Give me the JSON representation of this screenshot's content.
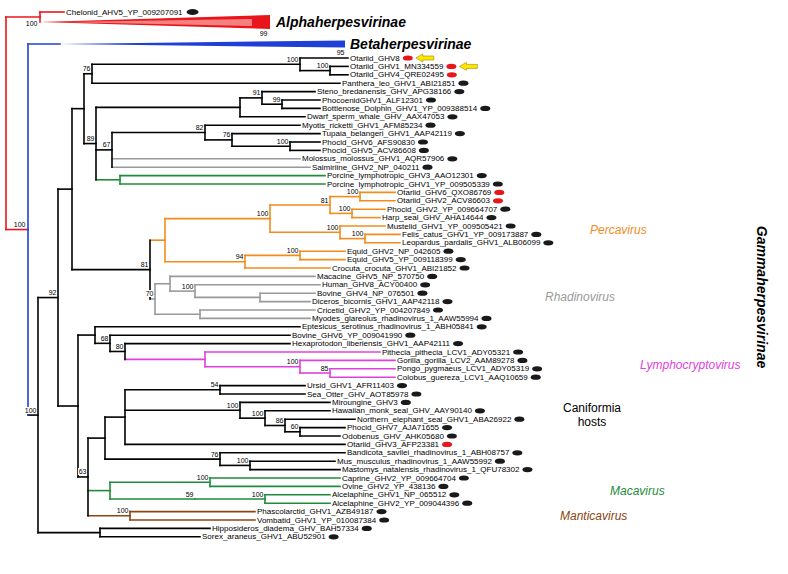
{
  "diagram": {
    "labels": [
      "Chelonid_AHV5_YP_009207091",
      "Otariid_GHV8",
      "Otariid_GHV1_MN334559",
      "Otariid_GHV4_QRE02495",
      "Panthera_leo_GHV1_ABI21851",
      "Steno_bredanensis_GHV_APG38166",
      "PhocoenidGHV1_ALF12301",
      "Bottlenose_Dolphin_GHV1_YP_009388514",
      "Dwarf_sperm_whale_GHV_AAX47053",
      "Myotis_ricketti_GHV1_AFM85234",
      "Tupaia_belangeri_GHV1_AAP42119",
      "Phocid_GHV6_AFS90830",
      "Phocid_GHV5_ACV86608",
      "Molossus_molossus_GHV1_AQR57906",
      "Saimiriine_GHV2_NP_040211",
      "Porcine_lymphotropic_GHV3_AAO12301",
      "Porcine_lymphotropic_GHV1_YP_009505339",
      "Otariid_GHV6_QXO86769",
      "Otariid_GHV2_ACV86603",
      "Phocid_GHV2_YP_009664707",
      "Harp_seal_GHV_AHA14644",
      "Mustelid_GHV1_YP_009505421",
      "Felis_catus_GHV1_YP_009173887",
      "Leopardus_pardalis_GHV1_ALB06099",
      "Equid_GHV2_NP_042605",
      "Equid_GHV5_YP_009118399",
      "Crocuta_crocuta_GHV1_ABI21852",
      "Macacine_GHV5_NP_570750",
      "Human_GHV8_ACY00400",
      "Bovine_GHV4_NP_076501",
      "Diceros_bicornis_GHV1_AAP42118",
      "Cricetid_GHV2_YP_004207849",
      "Myodes_glareolus_rhadinovirus_1_AAW55994",
      "Eptesicus_serotinus_rhadinovirus_1_ABH05841",
      "Bovine_GHV6_YP_009041990",
      "Hexaprotodon_liberiensis_GHV1_AAP42111",
      "Pithecia_pithecia_LCV1_ADY05321",
      "Gorilla_gorilla_LCV2_AAM89278",
      "Pongo_pygmaeus_LCV1_ADY05319",
      "Colobus_guereza_LCV1_AAQ10659",
      "Ursid_GHV1_AFR11403",
      "Sea_Otter_GHV_AOT85978",
      "Miroungine_GHV3",
      "Hawaiian_monk_seal_GHV_AAY90140",
      "Northern_elephant_seal_GHV1_ABA26922",
      "Phocid_GHV7_AJA71655",
      "Odobenus_GHV_AHK05680",
      "Otariid_GHV3_AFP23381",
      "Bandicota_savilei_rhadinovirus_1_ABH08757",
      "Mus_musculus_rhadinovirus_1_AAW55992",
      "Mastomys_natalensis_rhadinovirus_1_QFU78302",
      "Caprine_GHV2_YP_009664704",
      "Ovine_GHV2_YP_438136",
      "Alcelaphine_GHV1_NP_065512",
      "Alcelaphine_GHV2_YP_009044396",
      "Phascolarctid_GHV1_AZB49187",
      "Vombatid_GHV1_YP_010087384",
      "Hipposideros_diadema_GHV_BAH57334",
      "Sorex_araneus_GHV1_ABU52901",
      "Alphaherpesvirinae",
      "Betaherpesvirinae",
      "Gammaherpesvirinae",
      "Percavirus",
      "Rhadinovirus",
      "Lymphocryptovirus",
      "Caniformia hosts",
      "Macavirus",
      "Manticavirus",
      "99",
      "100",
      "95",
      "100",
      "100",
      "92",
      "76",
      "100",
      "100",
      "89",
      "91",
      "99",
      "67",
      "82",
      "76",
      "100",
      "81",
      "100",
      "81",
      "100",
      "100",
      "100",
      "100",
      "94",
      "100",
      "70",
      "100",
      "68",
      "80",
      "100",
      "85",
      "63",
      "54",
      "100",
      "100",
      "86",
      "60",
      "76",
      "100",
      "100",
      "59",
      "100",
      "100"
    ]
  }
}
